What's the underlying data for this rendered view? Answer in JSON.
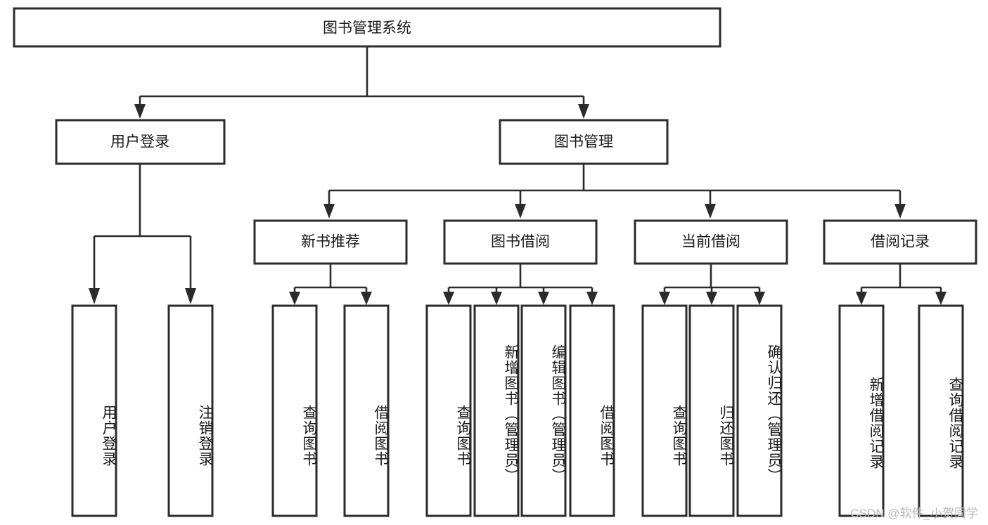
{
  "diagram": {
    "type": "tree-hierarchy",
    "title": "图书管理系统",
    "watermark": "CSDN @软件_小贺同学",
    "colors": {
      "box_stroke": "#2b2b2b",
      "box_fill": "#ffffff",
      "connector": "#2b2b2b",
      "text": "#1a1a1a",
      "watermark": "#b9b9b9",
      "background": "#ffffff"
    },
    "root": {
      "id": "root",
      "label": "图书管理系统",
      "orientation": "horizontal"
    },
    "level2": [
      {
        "id": "user-login",
        "label": "用户登录",
        "orientation": "horizontal"
      },
      {
        "id": "book-manage",
        "label": "图书管理",
        "orientation": "horizontal"
      }
    ],
    "level3": [
      {
        "id": "new-book-rec",
        "label": "新书推荐",
        "orientation": "horizontal",
        "parent": "book-manage"
      },
      {
        "id": "book-borrow",
        "label": "图书借阅",
        "orientation": "horizontal",
        "parent": "book-manage"
      },
      {
        "id": "current-borrow",
        "label": "当前借阅",
        "orientation": "horizontal",
        "parent": "book-manage"
      },
      {
        "id": "borrow-record",
        "label": "借阅记录",
        "orientation": "horizontal",
        "parent": "book-manage"
      }
    ],
    "leaves": {
      "user-login": [
        {
          "id": "leaf-user-login",
          "label": "用户登录",
          "orientation": "vertical"
        },
        {
          "id": "leaf-logout",
          "label": "注销登录",
          "orientation": "vertical"
        }
      ],
      "new-book-rec": [
        {
          "id": "leaf-query-book-1",
          "label": "查询图书",
          "orientation": "vertical"
        },
        {
          "id": "leaf-borrow-book-1",
          "label": "借阅图书",
          "orientation": "vertical"
        }
      ],
      "book-borrow": [
        {
          "id": "leaf-query-book-2",
          "label": "查询图书",
          "orientation": "vertical"
        },
        {
          "id": "leaf-add-book",
          "label": "新增图书（管理员）",
          "orientation": "vertical"
        },
        {
          "id": "leaf-edit-book",
          "label": "编辑图书（管理员）",
          "orientation": "vertical"
        },
        {
          "id": "leaf-borrow-book-2",
          "label": "借阅图书",
          "orientation": "vertical"
        }
      ],
      "current-borrow": [
        {
          "id": "leaf-query-book-3",
          "label": "查询图书",
          "orientation": "vertical"
        },
        {
          "id": "leaf-return-book",
          "label": "归还图书",
          "orientation": "vertical"
        },
        {
          "id": "leaf-confirm-return",
          "label": "确认归还（管理员）",
          "orientation": "vertical"
        }
      ],
      "borrow-record": [
        {
          "id": "leaf-add-record",
          "label": "新增借阅记录",
          "orientation": "vertical"
        },
        {
          "id": "leaf-query-record",
          "label": "查询借阅记录",
          "orientation": "vertical"
        }
      ]
    }
  }
}
